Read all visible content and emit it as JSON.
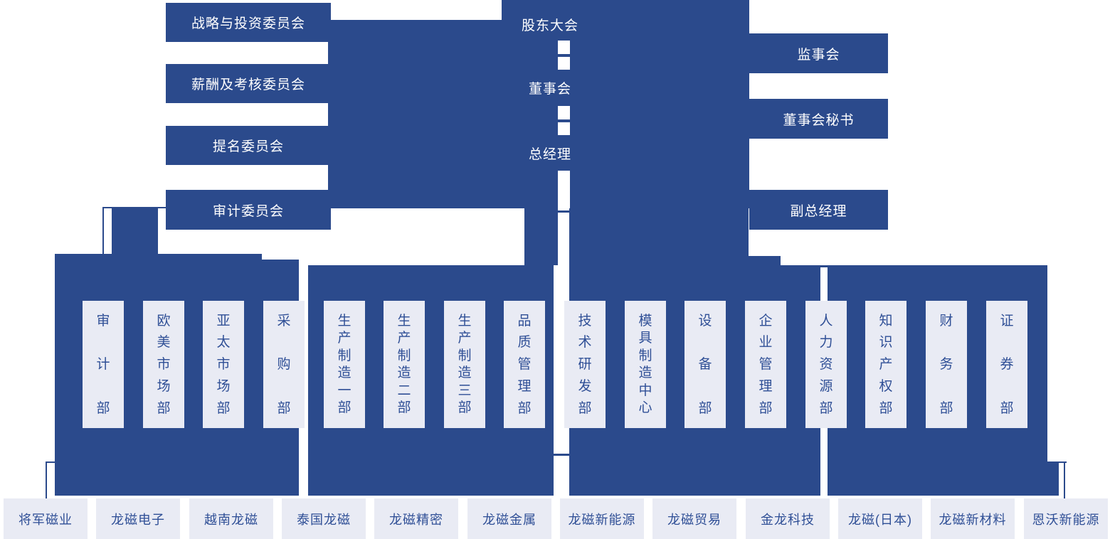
{
  "colors": {
    "primary_blue": "#2b4a8c",
    "light_box_bg": "#e9ebf4",
    "light_box_text": "#2f4f96",
    "node_text": "#ffffff"
  },
  "hierarchy": {
    "shareholders_meeting": "股东大会",
    "board_of_directors": "董事会",
    "general_manager": "总经理"
  },
  "left_committees": [
    "战略与投资委员会",
    "薪酬及考核委员会",
    "提名委员会",
    "审计委员会"
  ],
  "right_offices": [
    "监事会",
    "董事会秘书",
    "副总经理"
  ],
  "departments": [
    "审计部",
    "欧美市场部",
    "亚太市场部",
    "采购部",
    "生产制造一部",
    "生产制造二部",
    "生产制造三部",
    "品质管理部",
    "技术研发部",
    "模具制造中心",
    "设备部",
    "企业管理部",
    "人力资源部",
    "知识产权部",
    "财务部",
    "证券部"
  ],
  "subsidiaries": [
    "将军磁业",
    "龙磁电子",
    "越南龙磁",
    "泰国龙磁",
    "龙磁精密",
    "龙磁金属",
    "龙磁新能源",
    "龙磁贸易",
    "金龙科技",
    "龙磁(日本)",
    "龙磁新材料",
    "恩沃新能源"
  ]
}
